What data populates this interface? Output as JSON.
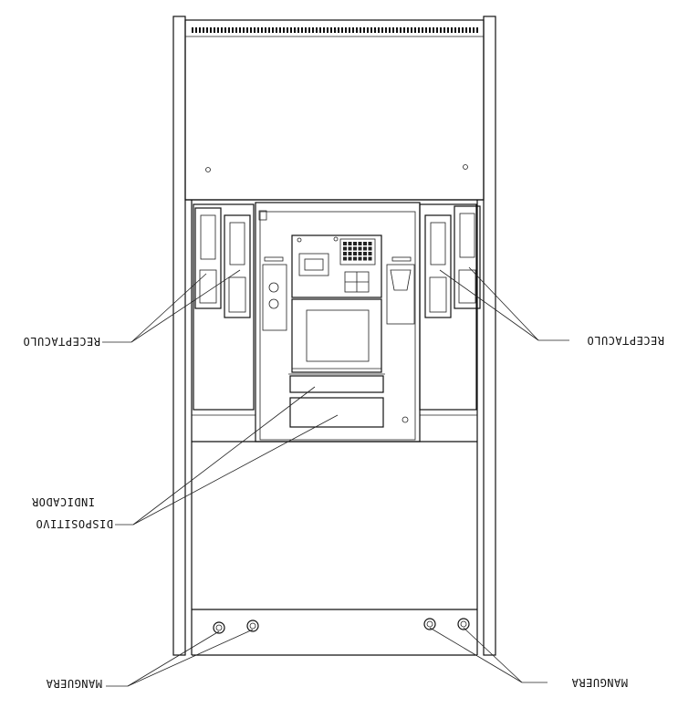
{
  "labels": {
    "receptaculo_left": "RECEPTACULO",
    "receptaculo_right": "RECEPTACULO",
    "indicador": "INDICADOR",
    "dispositivo": "DISPOSITIVO",
    "manguera_left": "MANGUERA",
    "manguera_right": "MANGUERA"
  },
  "colors": {
    "line": "#111111",
    "background": "#ffffff"
  }
}
